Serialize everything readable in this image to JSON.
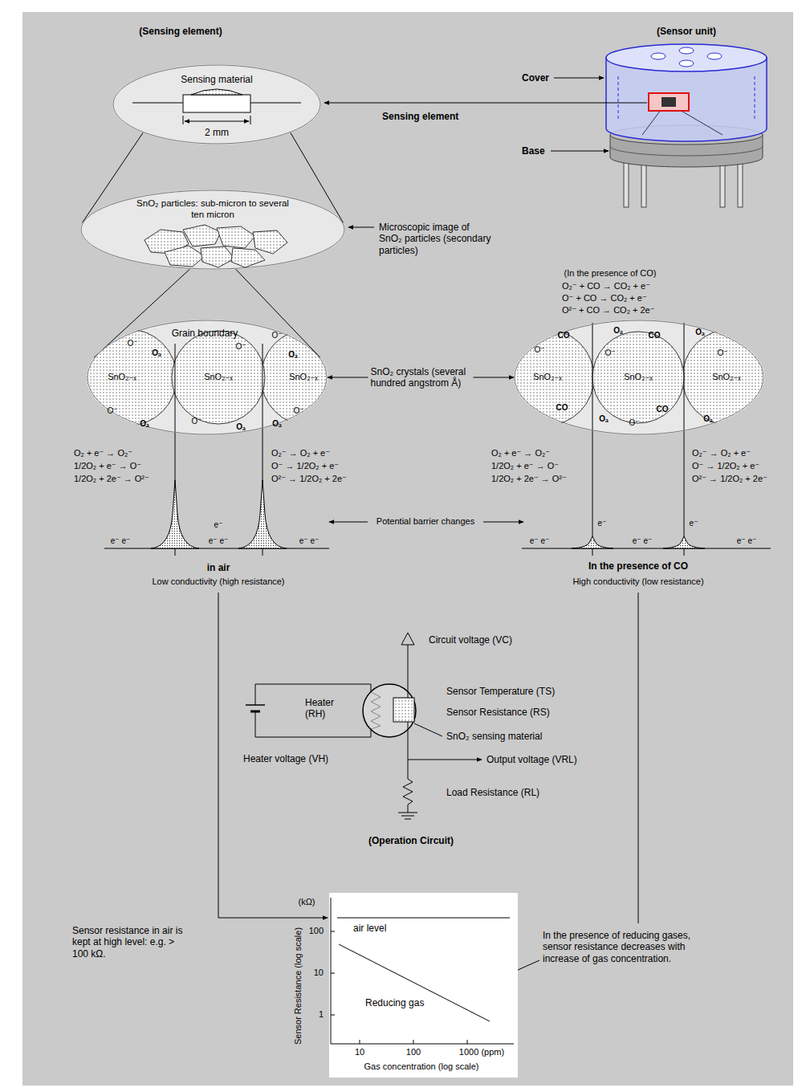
{
  "diagram": {
    "nodes": [
      {
        "text": [
          "Sensing material",
          "2 mm"
        ]
      },
      {
        "text": [
          "SnO₂ particles: sub-micron to several ten micron"
        ]
      },
      {
        "text": [
          "Grain boundary",
          "SnO₂₋ₓ",
          "SnO₂₋ₓ",
          "SnO₂₋ₓ"
        ]
      },
      {
        "text": [
          "SnO₂₋ₓ",
          "SnO₂₋ₓ",
          "SnO₂₋ₓ"
        ]
      },
      {
        "text": [
          "air level",
          "Reducing gas"
        ]
      }
    ],
    "edges": [
      {
        "from": 0,
        "to": 1,
        "arrow": "none"
      },
      {
        "from": 0,
        "to": 1,
        "arrow": "none"
      },
      {
        "from": 1,
        "to": 2,
        "arrow": "none"
      },
      {
        "from": 1,
        "to": 2,
        "arrow": "none"
      },
      {
        "from": 2,
        "to": 3,
        "label": "SnO₂ crystals (several hundred angstrom Å)",
        "arrow": "both"
      }
    ],
    "labels": [
      "(Sensing element)",
      "(Sensor unit)",
      "Cover",
      "Sensing element",
      "Base",
      "Microscopic image of SnO₂ particles (secondary particles)",
      "(In the presence of CO)",
      "O₂⁻ + CO → CO₂ + e⁻",
      "O⁻ + CO → CO₂ + e⁻",
      "O²⁻ + CO → CO₂ + 2e⁻",
      "O₂ + e⁻ → O₂⁻",
      "1/2O₂ + e⁻ → O⁻",
      "1/2O₂ + 2e⁻ → O²⁻",
      "O₂⁻ → O₂ + e⁻",
      "O⁻ → 1/2O₂ + e⁻",
      "O²⁻ → 1/2O₂ + 2e⁻",
      "O₂ + e⁻ → O₂⁻",
      "1/2O₂ + e⁻ → O⁻",
      "1/2O₂ + 2e⁻ → O²⁻",
      "O₂⁻ → O₂ + e⁻",
      "O⁻ → 1/2O₂ + e⁻",
      "O²⁻ → 1/2O₂ + 2e⁻",
      "Potential barrier changes",
      "in air",
      "Low conductivity (high resistance)",
      "In the presence of CO",
      "High conductivity (low resistance)",
      "Circuit voltage (VC)",
      "Heater (RH)",
      "Sensor Temperature (TS)",
      "Sensor Resistance (RS)",
      "SnO₂ sensing material",
      "Output voltage (VRL)",
      "Heater voltage (VH)",
      "Load Resistance (RL)",
      "(Operation Circuit)",
      "(kΩ)",
      "100",
      "10",
      "1",
      "Sensor Resistance (log scale)",
      "10",
      "100",
      "1000 (ppm)",
      "Gas concentration (log scale)",
      "Sensor resistance in air is kept at high level: e.g. > 100 kΩ.",
      "In the presence of reducing gases, sensor resistance decreases with increase of gas concentration.",
      "Oₐ",
      "Oₐ",
      "Oₐ",
      "Oₐ",
      "Oₐ",
      "O⁻",
      "O⁻",
      "O⁻",
      "O⁻",
      "O⁻",
      "O⁻",
      "Oₐ",
      "Oₐ",
      "Oₐ",
      "Oₐ",
      "CO",
      "CO",
      "CO",
      "CO",
      "O⁻",
      "O⁻",
      "O⁻",
      "O⁻",
      "e⁻ e⁻",
      "e⁻",
      "e⁻ e⁻",
      "e⁻ e⁻",
      "e⁻ e⁻",
      "e⁻",
      "e⁻ e⁻",
      "e⁻",
      "e⁻ e⁻"
    ]
  }
}
